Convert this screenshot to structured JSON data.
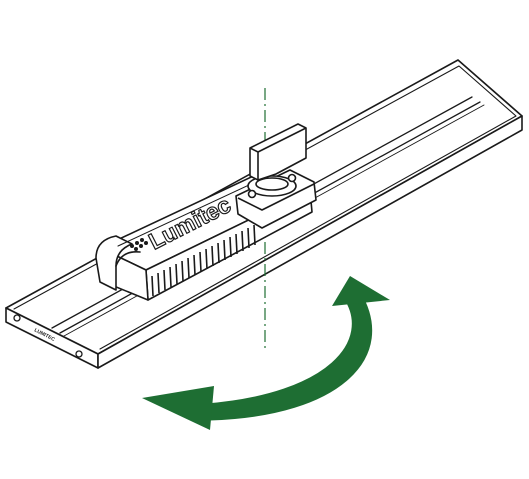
{
  "figure": {
    "brand_on_housing": "Lumitec",
    "brand_on_rail_end": "LUMITEC",
    "colors": {
      "line": "#1a1a1a",
      "rotation_arrow": "#1e6e33",
      "axis_line": "#1e6e33",
      "background": "#ffffff"
    },
    "icons": [
      "rotation-arrow-icon",
      "vertical-axis-line",
      "lumitec-logo-icon"
    ]
  }
}
